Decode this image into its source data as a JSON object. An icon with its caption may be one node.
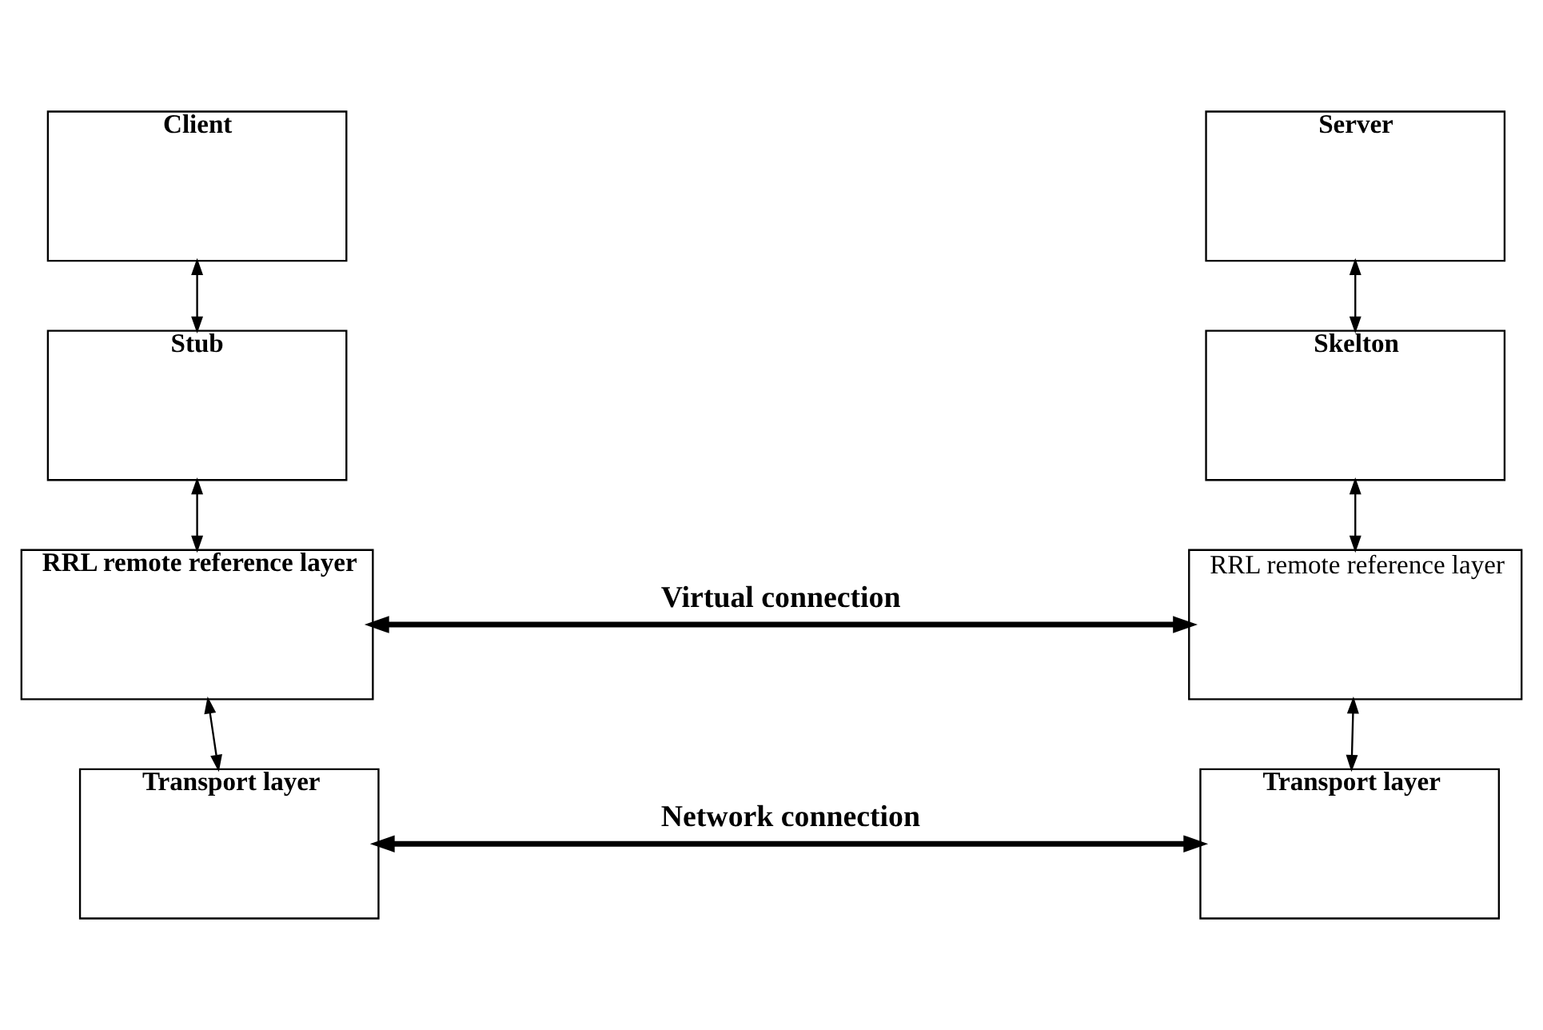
{
  "diagram": {
    "nodes": [
      {
        "text": [
          "Client"
        ]
      },
      {
        "text": [
          "Stub"
        ]
      },
      {
        "text": [
          "RRL remote reference layer"
        ]
      },
      {
        "text": [
          "Transport layer"
        ]
      },
      {
        "text": [
          "Server"
        ]
      },
      {
        "text": [
          "Skelton"
        ]
      },
      {
        "text": [
          "RRL remote reference layer"
        ]
      },
      {
        "text": [
          "Transport layer"
        ]
      }
    ],
    "edges": [
      {
        "from": 0,
        "to": 1,
        "arrow": "both"
      },
      {
        "from": 1,
        "to": 2,
        "arrow": "both"
      },
      {
        "from": 2,
        "to": 3,
        "arrow": "both"
      },
      {
        "from": 4,
        "to": 5,
        "arrow": "both"
      },
      {
        "from": 5,
        "to": 6,
        "arrow": "both"
      },
      {
        "from": 6,
        "to": 7,
        "arrow": "both"
      },
      {
        "from": 2,
        "to": 6,
        "arrow": "both",
        "style": "thick",
        "label": "Virtual connection"
      },
      {
        "from": 3,
        "to": 7,
        "arrow": "both",
        "style": "thick",
        "label": "Network connection"
      }
    ]
  }
}
